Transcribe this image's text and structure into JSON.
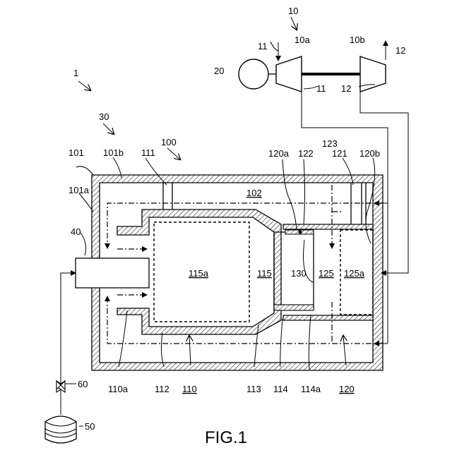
{
  "caption": "FIG.1",
  "labels": {
    "l_1": "1",
    "l_10": "10",
    "l_10a": "10a",
    "l_10b": "10b",
    "l_11_top": "11",
    "l_11_mid": "11",
    "l_12_top": "12",
    "l_12_mid": "12",
    "l_20": "20",
    "l_30": "30",
    "l_100": "100",
    "l_101": "101",
    "l_101a": "101a",
    "l_101b": "101b",
    "l_111": "111",
    "l_120a": "120a",
    "l_122": "122",
    "l_123": "123",
    "l_121": "121",
    "l_120b": "120b",
    "l_102": "102",
    "l_40": "40",
    "l_115a": "115a",
    "l_115": "115",
    "l_130": "130",
    "l_125": "125",
    "l_125a": "125a",
    "l_110a": "110a",
    "l_112": "112",
    "l_110": "110",
    "l_113": "113",
    "l_114": "114",
    "l_114a": "114a",
    "l_120": "120",
    "l_60": "60",
    "l_50": "50"
  }
}
